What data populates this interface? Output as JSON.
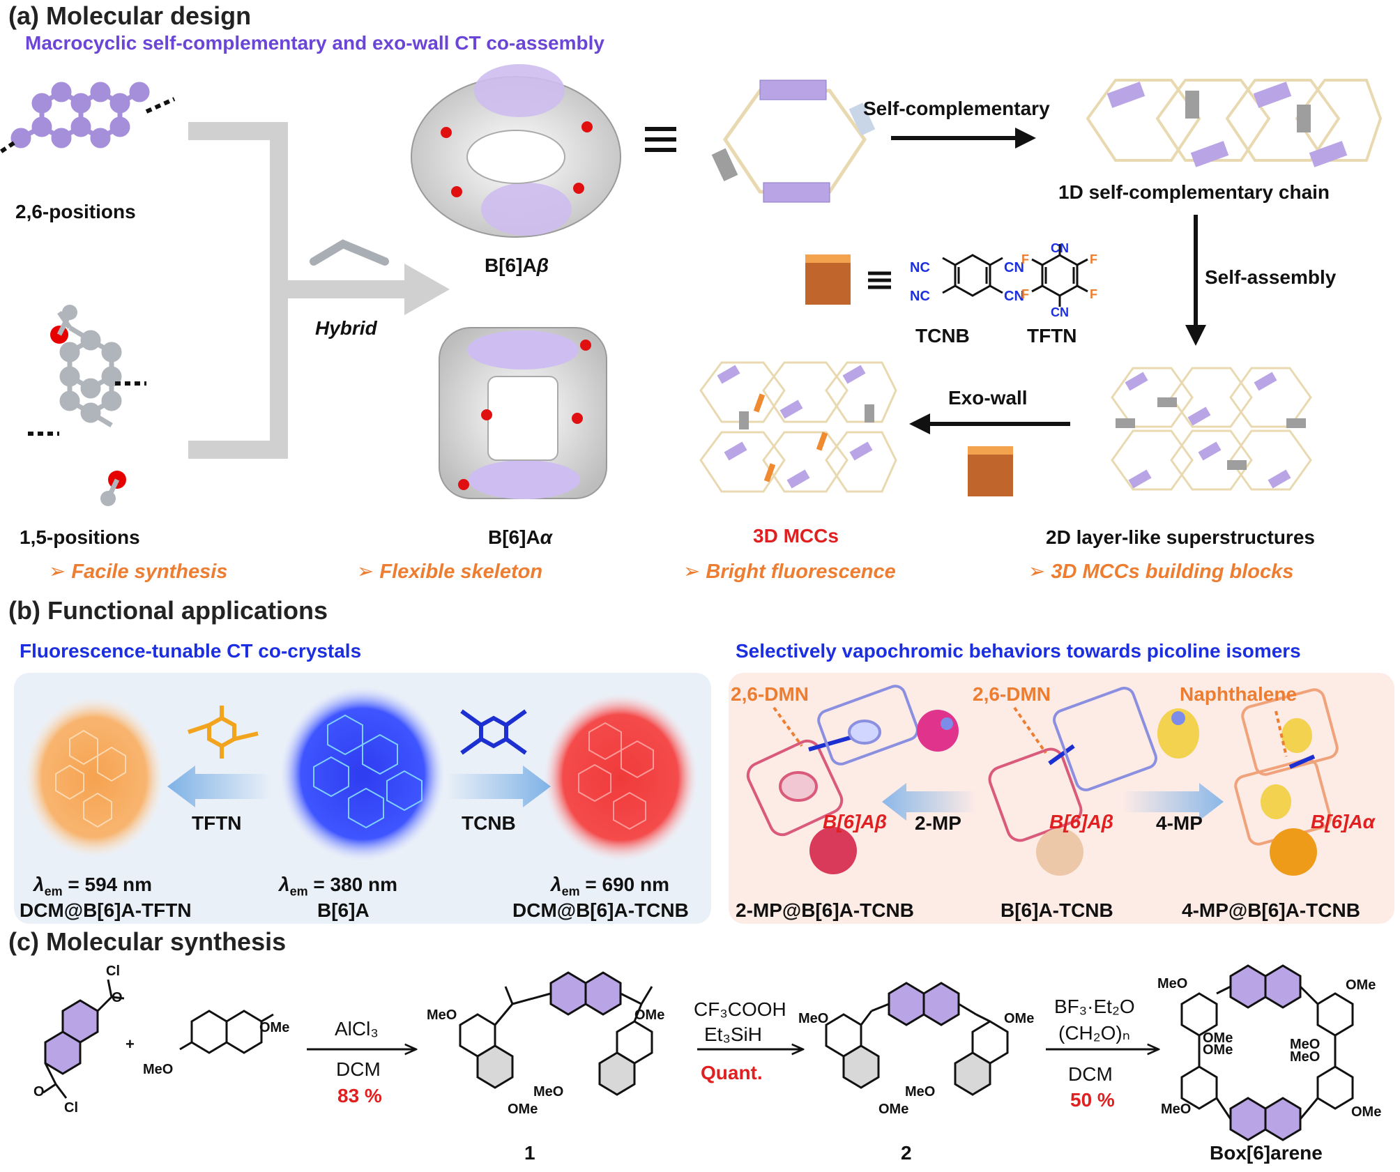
{
  "colors": {
    "purple": "#a58fdb",
    "purple_text": "#6b46d6",
    "blue_text": "#1c2fe0",
    "orange": "#ed7d31",
    "red": "#e02020",
    "gray": "#c8c8c8",
    "brown": "#c0652b",
    "panel_blue": "#eaf0f8",
    "panel_pink": "#fdebe6"
  },
  "panel_a": {
    "heading": "(a) Molecular design",
    "subtitle": "Macrocyclic self-complementary and exo-wall CT co-assembly",
    "pos26": "2,6-positions",
    "pos15": "1,5-positions",
    "hybrid": "Hybrid",
    "b6ab": "B[6]A",
    "b6ab_greek": "β",
    "b6aa": "B[6]A",
    "b6aa_greek": "α",
    "equiv": "≡",
    "self_comp": "Self-complementary",
    "chain1d": "1D self-complementary chain",
    "self_assembly": "Self-assembly",
    "tcnb": "TCNB",
    "tftn": "TFTN",
    "nc": "NC",
    "cn": "CN",
    "f": "F",
    "exo_wall": "Exo-wall",
    "mcc3d": "3D MCCs",
    "layer2d": "2D layer-like superstructures",
    "features": [
      "Facile synthesis",
      "Flexible skeleton",
      "Bright fluorescence",
      "3D MCCs building blocks"
    ],
    "bullet": "➢"
  },
  "panel_b": {
    "heading": "(b) Functional applications",
    "left_title": "Fluorescence-tunable CT co-crystals",
    "right_title": "Selectively vapochromic behaviors towards picoline isomers",
    "tftn": "TFTN",
    "tcnb": "TCNB",
    "lambda": "λ",
    "em": "em",
    "em_values": [
      "= 594 nm",
      "= 380 nm",
      "= 690 nm"
    ],
    "left_names": [
      "DCM@B[6]A-TFTN",
      "B[6]A",
      "DCM@B[6]A-TCNB"
    ],
    "dmn1": "2,6-DMN",
    "dmn2": "2,6-DMN",
    "naph": "Naphthalene",
    "b6ab1": "B[6]Aβ",
    "b6ab2": "B[6]Aβ",
    "b6aa": "B[6]Aα",
    "mp2": "2-MP",
    "mp4": "4-MP",
    "right_names": [
      "2-MP@B[6]A-TCNB",
      "B[6]A-TCNB",
      "4-MP@B[6]A-TCNB"
    ]
  },
  "panel_c": {
    "heading": "(c) Molecular synthesis",
    "cl": "Cl",
    "o": "O",
    "ome": "OMe",
    "meo": "MeO",
    "plus": "+",
    "step1_reagent": "AlCl₃",
    "step1_solvent": "DCM",
    "step1_yield": "83 %",
    "step2_reagent1": "CF₃COOH",
    "step2_reagent2": "Et₃SiH",
    "step2_yield": "Quant.",
    "step3_reagent1": "BF₃·Et₂O",
    "step3_reagent2": "(CH₂O)ₙ",
    "step3_solvent": "DCM",
    "step3_yield": "50 %",
    "cmpd1": "1",
    "cmpd2": "2",
    "product": "Box[6]arene"
  }
}
